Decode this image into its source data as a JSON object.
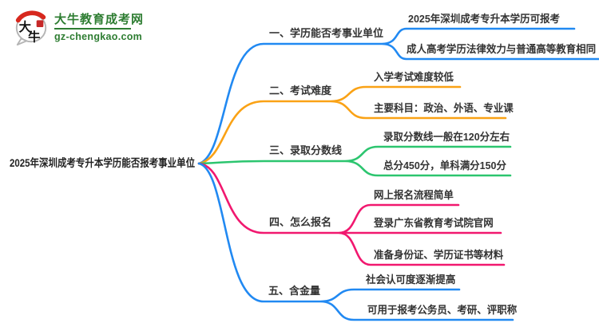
{
  "logo": {
    "icon_chars": [
      "大",
      "牛"
    ],
    "title": "大牛教育成考网",
    "domain": "gz-chengkao.com",
    "green": "#2E7D32",
    "red": "#D7281E"
  },
  "root": {
    "label": "2025年深圳成考专升本学历能否报考事业单位"
  },
  "branches": [
    {
      "label": "一、学历能否考事业单位",
      "color": "#2189F2",
      "children": [
        "2025年深圳成考专升本学历可报考",
        "成人高考学历法律效力与普通高等教育相同"
      ]
    },
    {
      "label": "二、考试难度",
      "color": "#FAA215",
      "children": [
        "入学考试难度较低",
        "主要科目：政治、外语、专业课"
      ]
    },
    {
      "label": "三、录取分数线",
      "color": "#2CC56F",
      "children": [
        "录取分数线一般在120分左右",
        "总分450分，单科满分150分"
      ]
    },
    {
      "label": "四、怎么报名",
      "color": "#F1186F",
      "children": [
        "网上报名流程简单",
        "登录广东省教育考试院官网",
        "准备身份证、学历证书等材料"
      ]
    },
    {
      "label": "五、含金量",
      "color": "#2189F2",
      "children": [
        "社会认可度逐渐提高",
        "可用于报考公务员、考研、评职称"
      ]
    }
  ]
}
